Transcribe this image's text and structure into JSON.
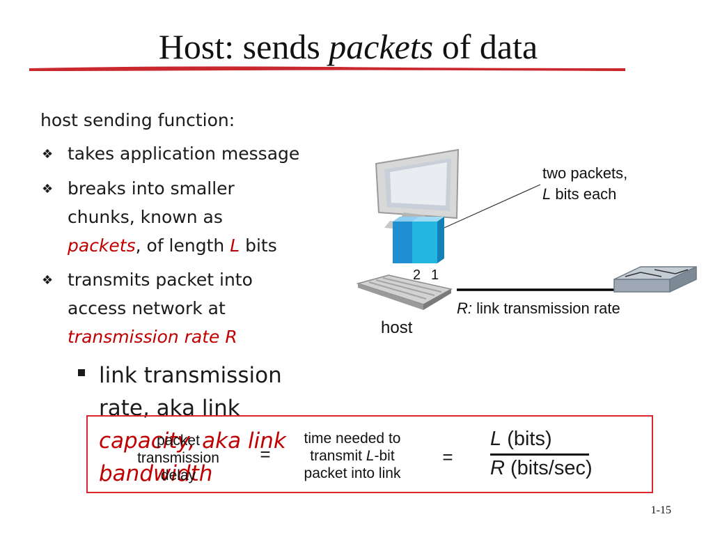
{
  "title": {
    "part1": "Host: sends ",
    "italic": "packets",
    "part2": " of data"
  },
  "left": {
    "heading": "host sending function:",
    "b1": "takes application message",
    "b2_line1": "breaks into smaller",
    "b2_line2": "chunks, known as",
    "b2_packets": "packets",
    "b2_mid": ", of length ",
    "b2_L": "L",
    "b2_end": " bits",
    "b3_line1": "transmits packet into",
    "b3_line2": "access network at",
    "b3_rate": "transmission rate R",
    "sub_line1": "link transmission",
    "sub_line2": "rate, aka link",
    "sub_cap": "capacity, aka link",
    "sub_bw": "bandwidth"
  },
  "diagram": {
    "two_packets_l1": "two packets,",
    "two_packets_L": "L",
    "two_packets_l2": " bits each",
    "num2": "2",
    "num1": "1",
    "r_label": "R:",
    "link_rate": " link transmission rate",
    "host": "host"
  },
  "formula": {
    "ptd_1": "packet",
    "ptd_2": "transmission",
    "ptd_3": "delay",
    "eq1": "=",
    "tn_1": "time needed to",
    "tn_2a": "transmit ",
    "tn_2L": "L",
    "tn_2b": "-bit",
    "tn_3": "packet into link",
    "eq2": "=",
    "num_L": "L",
    "num_unit": " (bits)",
    "den_R": "R",
    "den_unit": " (bits/sec)"
  },
  "page_number": "1-15",
  "colors": {
    "accent_red": "#c00000",
    "box_border": "#d9262c",
    "packet_blue": "#1f8fd1"
  }
}
